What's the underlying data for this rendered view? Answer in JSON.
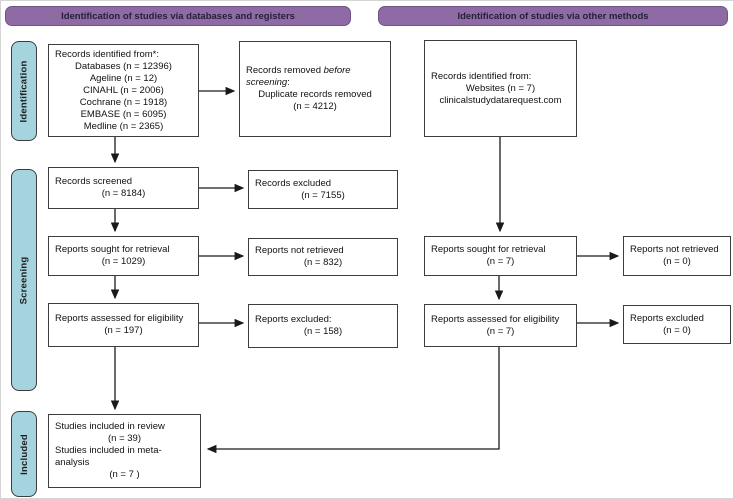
{
  "headers": [
    {
      "label": "Identification of studies via databases and registers"
    },
    {
      "label": "Identification of studies via other methods"
    }
  ],
  "sidebar": [
    {
      "label": "Identification"
    },
    {
      "label": "Screening"
    },
    {
      "label": "Included"
    }
  ],
  "colors": {
    "header_fill": "#8f6ba6",
    "header_border": "#6f5287",
    "sidebar_fill": "#a5d3de",
    "box_border": "#3d3d3d",
    "arrow": "#1a1a1a"
  },
  "boxes": {
    "db_records": {
      "lines": [
        {
          "t": "Records identified from*:",
          "align": "left"
        },
        {
          "t": "Databases (n = 12396)",
          "align": "center"
        },
        {
          "t": "Ageline (n = 12)",
          "align": "center"
        },
        {
          "t": "CINAHL (n = 2006)",
          "align": "center"
        },
        {
          "t": "Cochrane (n = 1918)",
          "align": "center"
        },
        {
          "t": "EMBASE (n = 6095)",
          "align": "center"
        },
        {
          "t": "Medline (n = 2365)",
          "align": "center"
        }
      ]
    },
    "records_removed": {
      "lines": [
        {
          "seg": [
            {
              "t": "Records removed ",
              "i": false
            },
            {
              "t": "before",
              "i": true
            }
          ],
          "align": "left"
        },
        {
          "seg": [
            {
              "t": "screening",
              "i": true
            },
            {
              "t": ":",
              "i": false
            }
          ],
          "align": "left"
        },
        {
          "t": "Duplicate records removed",
          "align": "center"
        },
        {
          "t": "(n = 4212)",
          "align": "center"
        }
      ]
    },
    "other_records": {
      "lines": [
        {
          "t": "Records identified from:",
          "align": "left"
        },
        {
          "t": "Websites (n = 7)",
          "align": "center"
        },
        {
          "t": "clinicalstudydatarequest.com",
          "align": "center"
        }
      ]
    },
    "records_screened": {
      "lines": [
        {
          "t": "Records screened",
          "align": "left"
        },
        {
          "t": "(n = 8184)",
          "align": "center"
        }
      ]
    },
    "records_excluded": {
      "lines": [
        {
          "t": "Records excluded",
          "align": "left"
        },
        {
          "t": "(n = 7155)",
          "align": "center"
        }
      ]
    },
    "reports_sought_db": {
      "lines": [
        {
          "t": "Reports sought for retrieval",
          "align": "left"
        },
        {
          "t": "(n = 1029)",
          "align": "center"
        }
      ]
    },
    "reports_not_retrieved_db": {
      "lines": [
        {
          "t": "Reports not retrieved",
          "align": "left"
        },
        {
          "t": "(n = 832)",
          "align": "center"
        }
      ]
    },
    "reports_assessed_db": {
      "lines": [
        {
          "t": "Reports assessed for eligibility",
          "align": "left"
        },
        {
          "t": "(n = 197)",
          "align": "center"
        }
      ]
    },
    "reports_excluded_db": {
      "lines": [
        {
          "t": "Reports excluded:",
          "align": "left"
        },
        {
          "t": "(n = 158)",
          "align": "center"
        }
      ]
    },
    "reports_sought_other": {
      "lines": [
        {
          "t": "Reports sought for retrieval",
          "align": "left"
        },
        {
          "t": "(n = 7)",
          "align": "center"
        }
      ]
    },
    "reports_not_retrieved_other": {
      "lines": [
        {
          "t": "Reports not retrieved",
          "align": "left"
        },
        {
          "t": "(n = 0)",
          "align": "center"
        }
      ]
    },
    "reports_assessed_other": {
      "lines": [
        {
          "t": "Reports assessed for eligibility",
          "align": "left"
        },
        {
          "t": "(n = 7)",
          "align": "center"
        }
      ]
    },
    "reports_excluded_other": {
      "lines": [
        {
          "t": "Reports excluded",
          "align": "left"
        },
        {
          "t": "(n = 0)",
          "align": "center"
        }
      ]
    },
    "studies_included": {
      "lines": [
        {
          "t": "Studies included in review",
          "align": "left"
        },
        {
          "t": "(n = 39)",
          "align": "center"
        },
        {
          "t": "Studies included in meta-analysis",
          "align": "left"
        },
        {
          "t": "(n = 7 )",
          "align": "center"
        }
      ]
    }
  }
}
